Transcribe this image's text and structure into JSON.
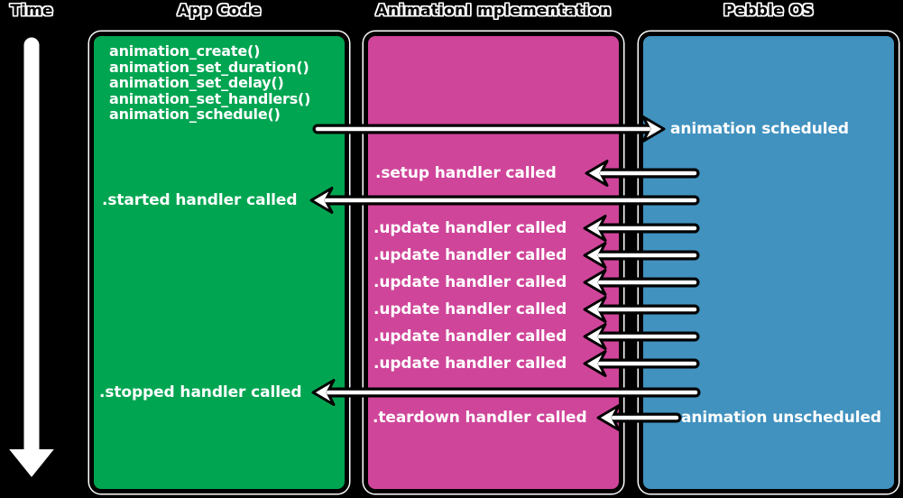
{
  "headers": {
    "time": "Time",
    "app_code": "App Code",
    "animation_implementation": "AnimationI mplementation",
    "pebble_os": "Pebble OS"
  },
  "colors": {
    "background": "#000000",
    "app_code_box": "#00A551",
    "animation_implementation_box": "#CF4599",
    "pebble_os_box": "#4292BF",
    "label_text": "#FFFFFF",
    "arrow_fill": "#FFFFFF",
    "arrow_outline": "#000000"
  },
  "app_code": {
    "calls": [
      "animation_create()",
      "animation_set_duration()",
      "animation_set_delay()",
      "animation_set_handlers()",
      "animation_schedule()"
    ],
    "started": ".started handler called",
    "stopped": ".stopped handler called"
  },
  "animation_implementation": {
    "setup": ".setup handler called",
    "updates": [
      ".update handler called",
      ".update handler called",
      ".update handler called",
      ".update handler called",
      ".update handler called",
      ".update handler called"
    ],
    "teardown": ".teardown handler called"
  },
  "pebble_os": {
    "scheduled": "animation scheduled",
    "unscheduled": "animation unscheduled"
  }
}
